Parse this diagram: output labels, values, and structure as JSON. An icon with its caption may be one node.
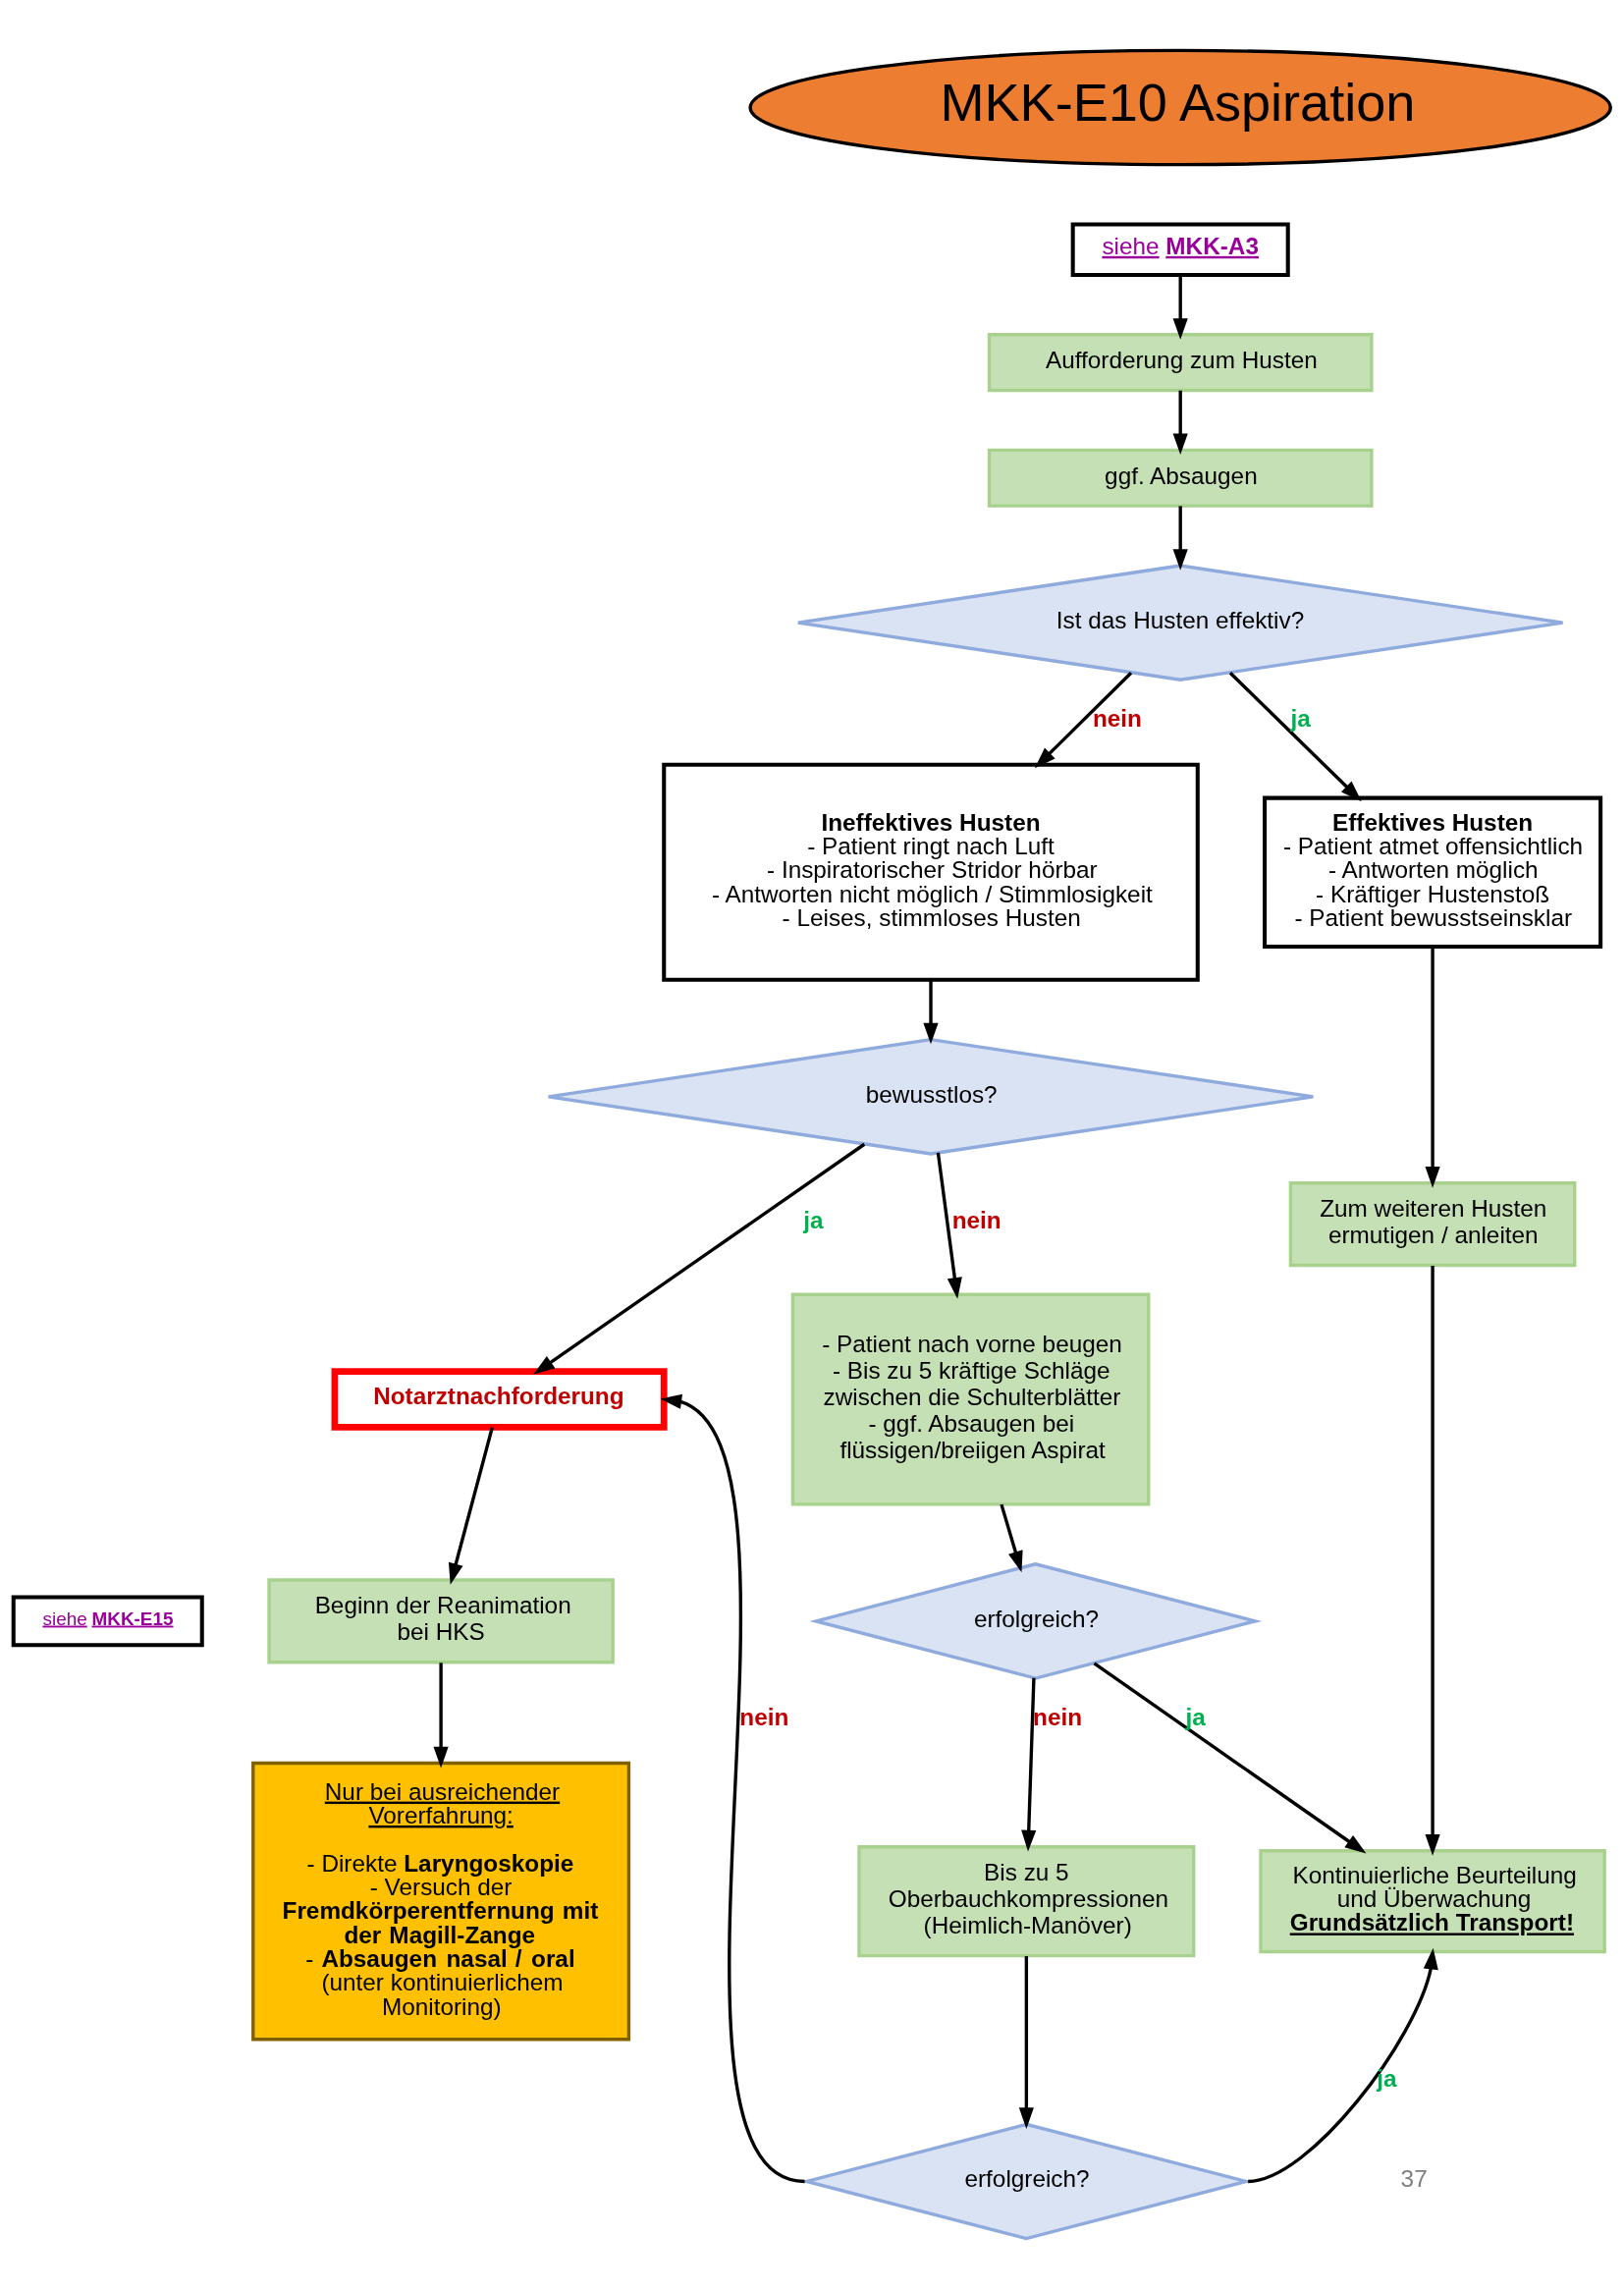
{
  "diagram": {
    "nodes": [
      {
        "text": [
          "MKK-E10 Aspiration"
        ]
      },
      {
        "text": [
          "siehe **MKK-A3**"
        ]
      },
      {
        "text": [
          "Aufforderung zum Husten"
        ]
      },
      {
        "text": [
          "ggf. Absaugen"
        ]
      },
      {
        "text": [
          "Ist das Husten effektiv?"
        ]
      },
      {
        "text": [
          "Ineffektives Husten",
          "- Patient ringt nach Luft",
          "- Inspiratorischer Stridor hörbar",
          "- Antworten nicht möglich / Stimmlosigkeit",
          "- Leises, stimmloses Husten"
        ]
      },
      {
        "text": [
          "Effektives Husten",
          "- Patient atmet offensichtlich",
          "- Antworten möglich",
          "- Kräftiger Hustenstoß",
          "- Patient bewusstseinsklar"
        ]
      },
      {
        "text": [
          "Zum weiteren Husten ermutigen / anleiten"
        ]
      },
      {
        "text": [
          "bewusstlos?"
        ]
      },
      {
        "text": [
          "Notarztnachforderung"
        ]
      },
      {
        "text": [
          "siehe **MKK-E15**"
        ]
      },
      {
        "text": [
          "Beginn der Reanimation bei HKS"
        ]
      },
      {
        "text": [
          "Nur bei ausreichender Vorerfahrung:",
          "- Direkte **Laryngoskopie**",
          "- Versuch der **Fremdkörperentfernung mit der Magill-Zange**",
          "- **Absaugen nasal / oral** (unter kontinuierlichem Monitoring)"
        ]
      },
      {
        "text": [
          "- Patient nach vorne beugen",
          "- Bis zu 5 kräftige Schläge zwischen die Schulterblätter",
          "- ggf. Absaugen bei flüssigen/breiigen Aspirat"
        ]
      },
      {
        "text": [
          "erfolgreich?"
        ]
      },
      {
        "text": [
          "Bis zu 5 Oberbauchkompressionen (Heimlich-Manöver)"
        ]
      },
      {
        "text": [
          "Kontinuierliche Beurteilung und Überwachung",
          "Grundsätzlich Transport!"
        ]
      },
      {
        "text": [
          "erfolgreich?"
        ]
      }
    ],
    "edges": [
      {
        "from": 1,
        "to": 2,
        "arrow": "to"
      },
      {
        "from": 2,
        "to": 3,
        "arrow": "to"
      },
      {
        "from": 3,
        "to": 4,
        "arrow": "to"
      },
      {
        "from": 4,
        "to": 5,
        "arrow": "to",
        "label": "nein"
      },
      {
        "from": 4,
        "to": 6,
        "arrow": "to",
        "label": "ja"
      },
      {
        "from": 6,
        "to": 7,
        "arrow": "to"
      },
      {
        "from": 5,
        "to": 8,
        "arrow": "to"
      },
      {
        "from": 8,
        "to": 9,
        "arrow": "to",
        "label": "ja"
      },
      {
        "from": 8,
        "to": 13,
        "arrow": "to",
        "label": "nein"
      },
      {
        "from": 9,
        "to": 11,
        "arrow": "to"
      },
      {
        "from": 11,
        "to": 12,
        "arrow": "to"
      },
      {
        "from": 13,
        "to": 14,
        "arrow": "to"
      },
      {
        "from": 14,
        "to": 16,
        "arrow": "to",
        "label": "ja"
      },
      {
        "from": 7,
        "to": 16,
        "arrow": "to"
      },
      {
        "from": 14,
        "to": 15,
        "arrow": "to",
        "label": "nein"
      },
      {
        "from": 15,
        "to": 17,
        "arrow": "to"
      },
      {
        "from": 17,
        "to": 16,
        "arrow": "to",
        "label": "ja"
      },
      {
        "from": 17,
        "to": 9,
        "arrow": "to",
        "label": "nein"
      }
    ],
    "labels": [
      "37"
    ]
  }
}
